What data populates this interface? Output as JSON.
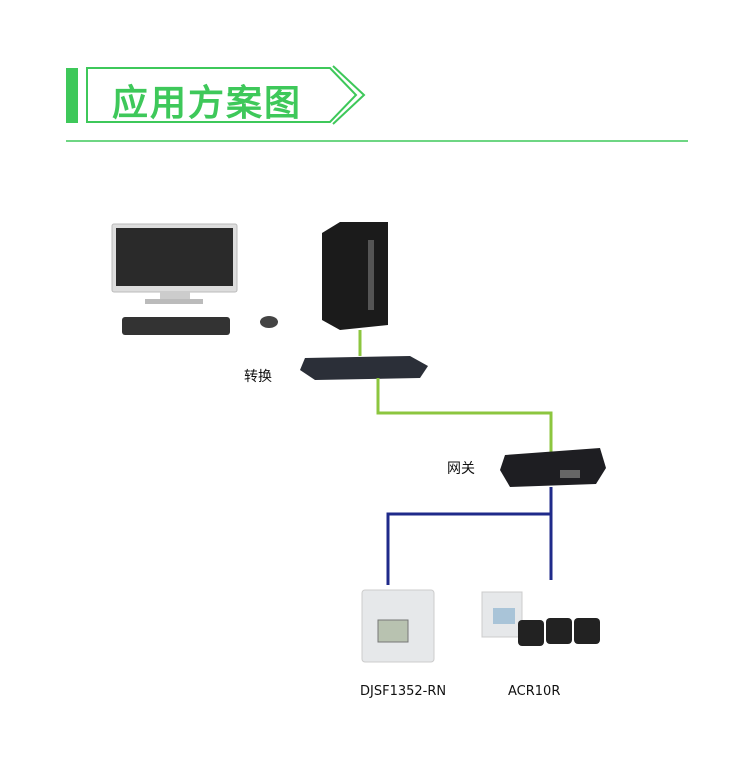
{
  "header": {
    "title": "应用方案图"
  },
  "nodes": {
    "switch_label": "转换",
    "gateway_label": "网关",
    "meter1_label": "DJSF1352-RN",
    "meter2_label": "ACR10R"
  },
  "colors": {
    "accent": "#3ec85a",
    "green_link": "#8cc63f",
    "blue_link": "#1f2a8a"
  }
}
